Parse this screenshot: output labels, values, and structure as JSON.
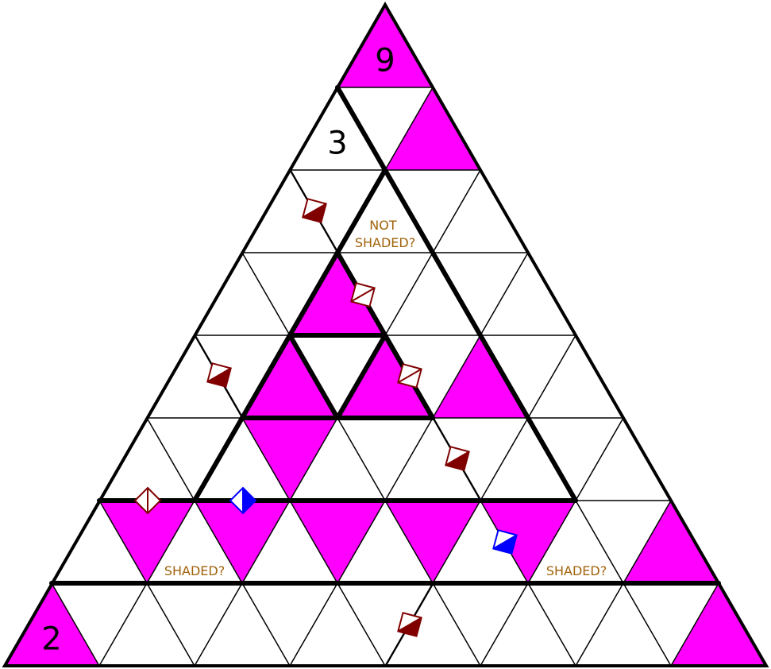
{
  "puzzle": {
    "rows": 8,
    "colors": {
      "shaded": "#ff00ff",
      "grid": "#000000",
      "annotation_text": "#a0620a",
      "diamond_red": "#800000",
      "diamond_blue": "#0000ff"
    },
    "shaded_cells": [
      [
        0,
        0
      ],
      [
        1,
        2
      ],
      [
        3,
        2
      ],
      [
        4,
        2
      ],
      [
        4,
        4
      ],
      [
        4,
        6
      ],
      [
        5,
        3
      ],
      [
        6,
        1
      ],
      [
        6,
        3
      ],
      [
        6,
        5
      ],
      [
        6,
        7
      ],
      [
        6,
        9
      ],
      [
        6,
        12
      ],
      [
        7,
        0
      ],
      [
        7,
        14
      ]
    ],
    "clue_numbers": [
      {
        "row": 0,
        "col": 0,
        "text": "9"
      },
      {
        "row": 1,
        "col": 0,
        "text": "3"
      },
      {
        "row": 7,
        "col": 0,
        "text": "2"
      }
    ],
    "annotations": [
      {
        "id": "not-shaded",
        "lines": [
          "NOT",
          "SHADED?"
        ]
      },
      {
        "id": "shaded-left",
        "lines": [
          "SHADED?"
        ]
      },
      {
        "id": "shaded-right",
        "lines": [
          "SHADED?"
        ]
      }
    ],
    "markers": [
      {
        "color": "red",
        "style": "split-filled",
        "icon": "diamond-half-filled-icon"
      },
      {
        "color": "red",
        "style": "split-outline",
        "icon": "diamond-half-outline-icon"
      },
      {
        "color": "red",
        "style": "split-filled",
        "icon": "diamond-half-filled-icon"
      },
      {
        "color": "red",
        "style": "split-outline",
        "icon": "diamond-half-outline-icon"
      },
      {
        "color": "red",
        "style": "split-filled",
        "icon": "diamond-half-filled-icon"
      },
      {
        "color": "red",
        "style": "split-outline-vertical",
        "icon": "diamond-vertical-outline-icon"
      },
      {
        "color": "blue",
        "style": "split-filled-vertical",
        "icon": "diamond-vertical-filled-icon"
      },
      {
        "color": "blue",
        "style": "split-filled",
        "icon": "diamond-half-filled-icon"
      },
      {
        "color": "red",
        "style": "split-filled",
        "icon": "diamond-half-filled-icon"
      }
    ]
  }
}
